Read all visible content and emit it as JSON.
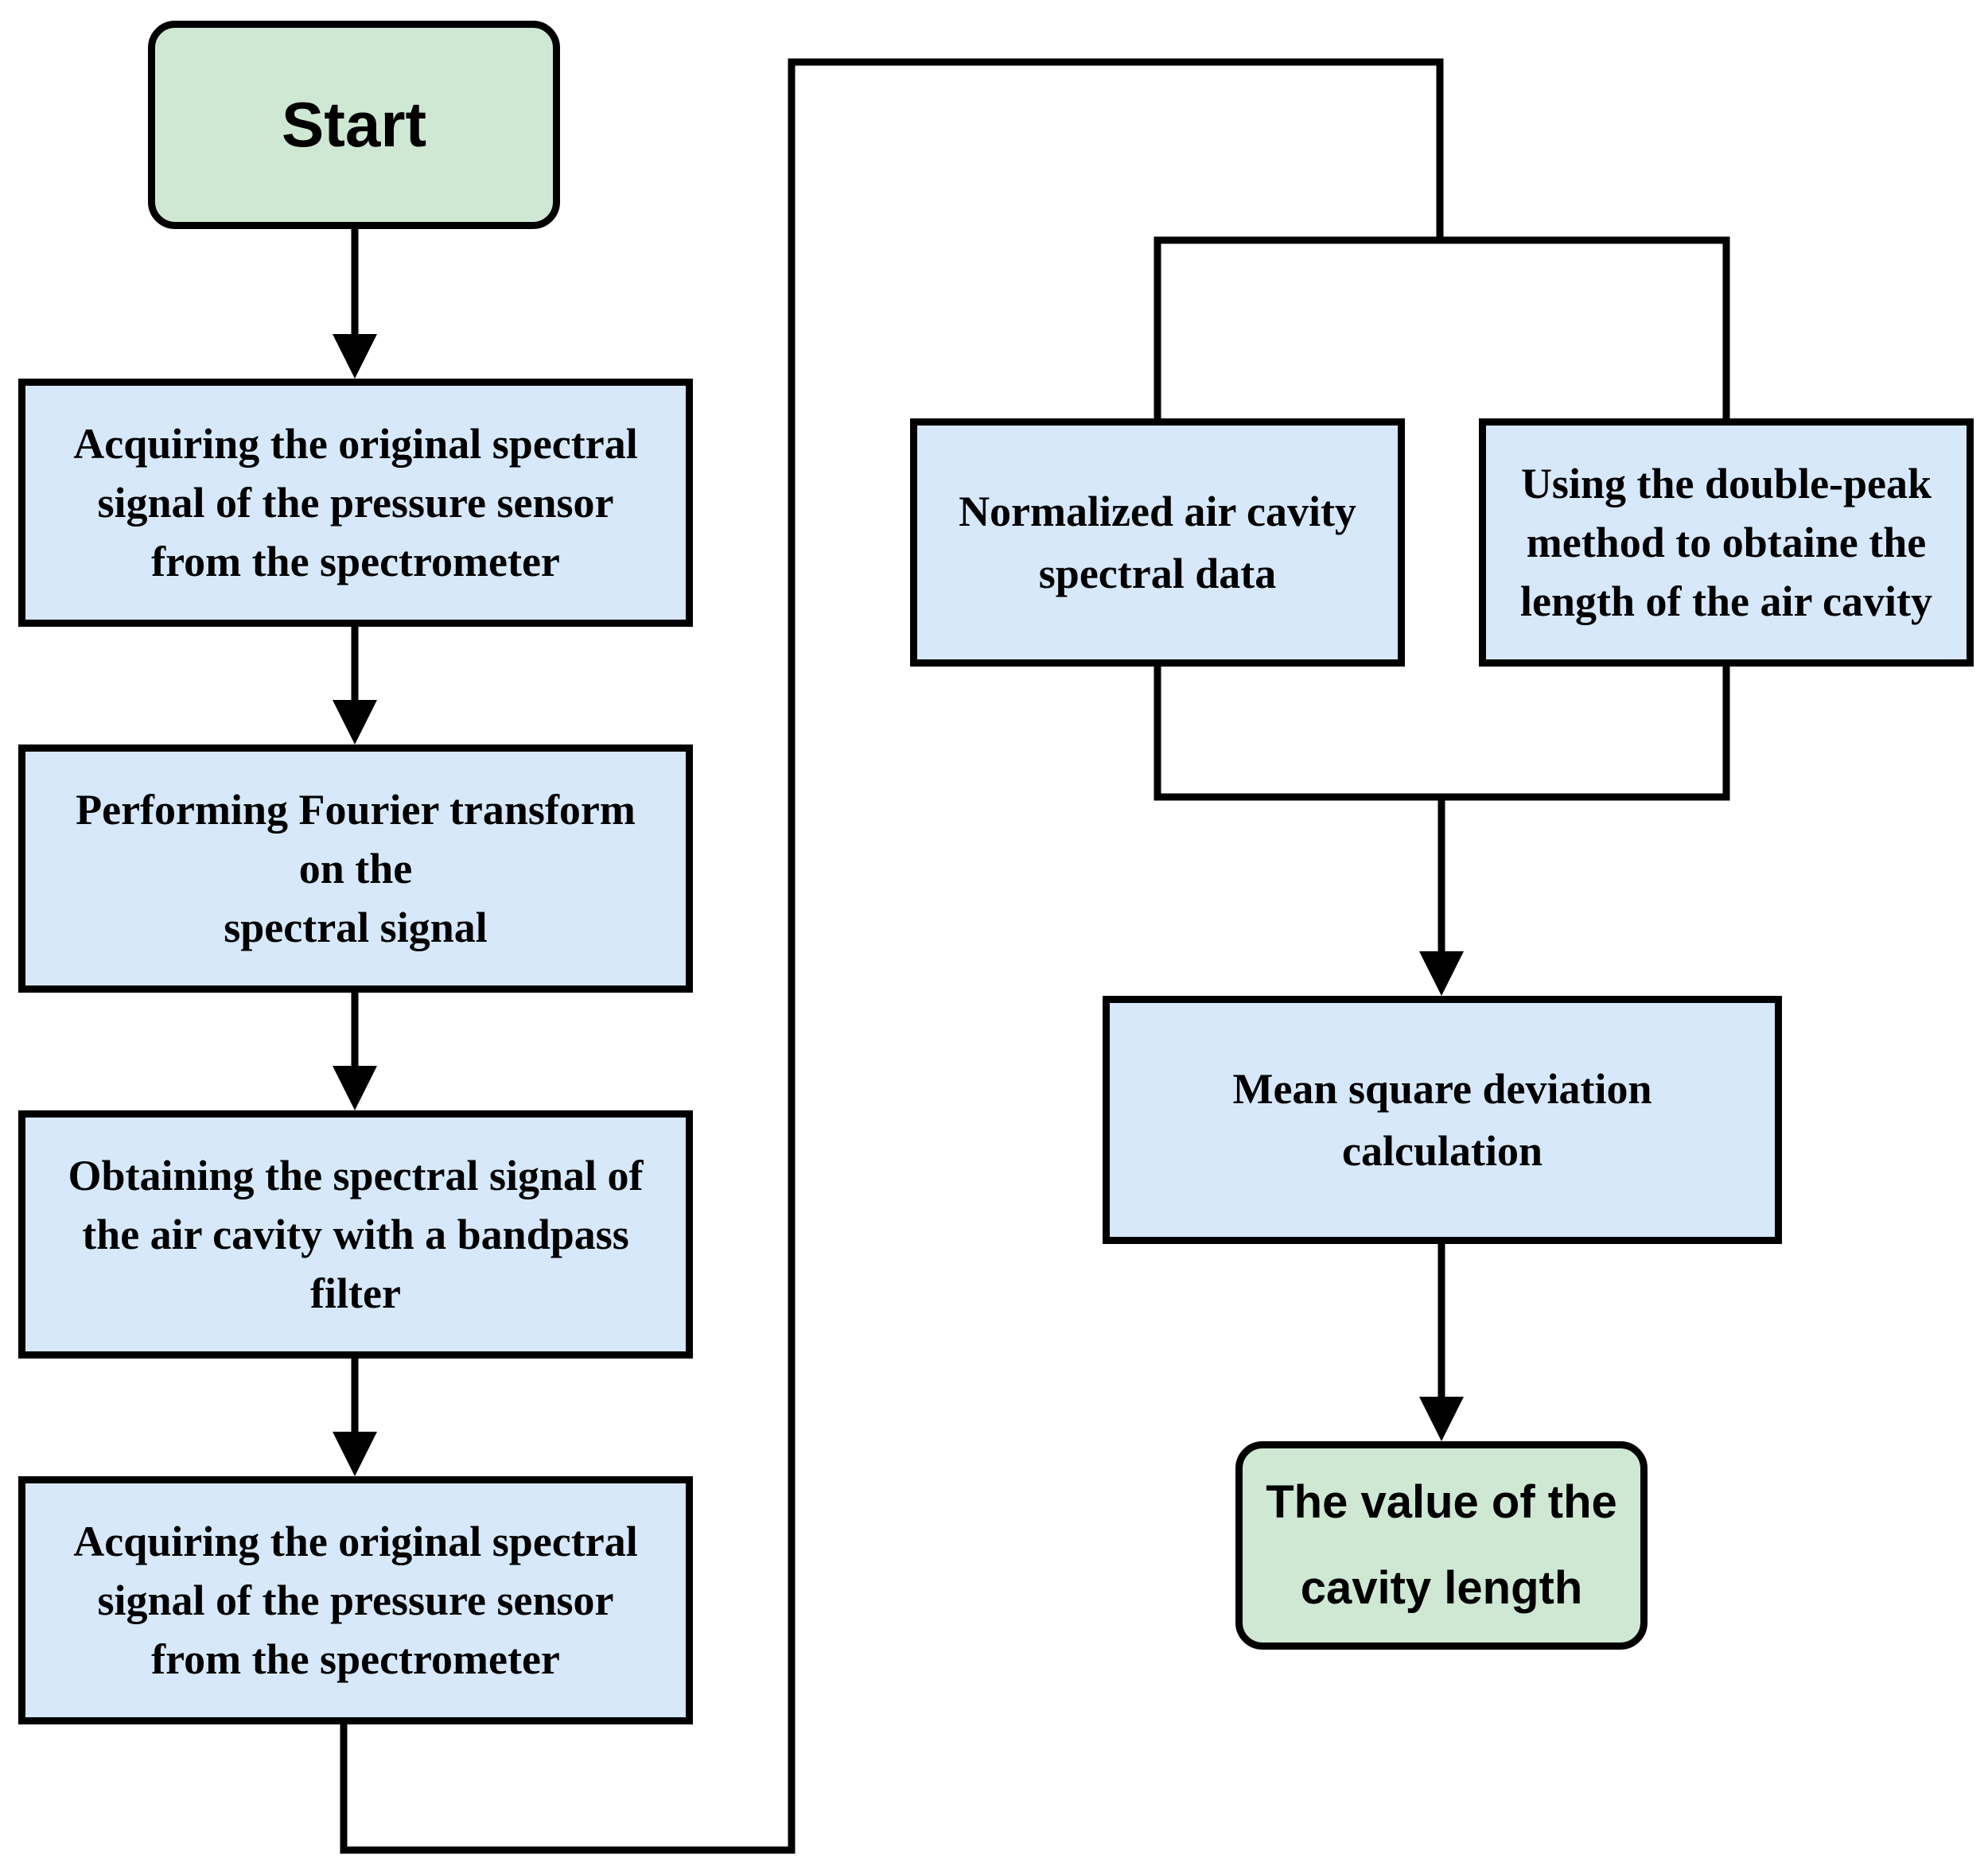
{
  "colors": {
    "terminal_fill": "#cfe8d4",
    "process_fill": "#d6e8fa",
    "stroke": "#000000"
  },
  "nodes": {
    "start": "Start",
    "acquire1": "Acquiring the original spectral\nsignal of the pressure sensor\nfrom the spectrometer",
    "fourier": "Performing Fourier transform\non the\nspectral signal",
    "bandpass": "Obtaining the spectral signal of\nthe air cavity with a bandpass\nfilter",
    "acquire2": "Acquiring the original spectral\nsignal of the pressure sensor\nfrom the spectrometer",
    "normalized": "Normalized air cavity\nspectral data",
    "doublepeak": "Using the double-peak\nmethod to obtaine the\nlength of the air cavity",
    "msd": "Mean square deviation\ncalculation",
    "result": "The value of the\ncavity length"
  }
}
